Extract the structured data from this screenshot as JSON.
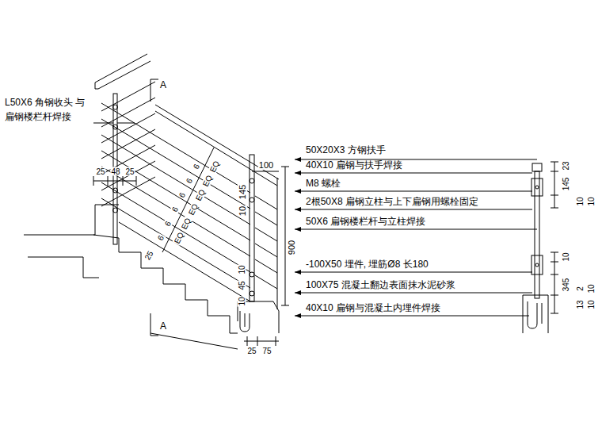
{
  "diagram": {
    "labels": [
      "A",
      "A",
      "L50X6 角钢收头 与扁钢楼栏杆焊接",
      "25",
      "48",
      "25",
      "100",
      "145",
      "10",
      "900",
      "10",
      "45",
      "10",
      "25",
      "EQ",
      "EQ",
      "EQ",
      "EQ",
      "EQ",
      "EQ",
      "6",
      "6",
      "6",
      "6",
      "6",
      "6",
      "25",
      "75",
      "50X20X3 方钢扶手",
      "40X10 扁钢与扶手焊接",
      "M8 螺栓",
      "2根50X8 扁钢立柱与上下扁钢用螺栓固定",
      "50X6 扁钢楼栏杆与立柱焊接",
      "-100X50 埋件, 埋筋Ø8 长180",
      "100X75 混凝土翻边表面抹水泥砂浆",
      "40X10 扁钢与混凝土内埋件焊接",
      "145",
      "23",
      "10",
      "10",
      "10",
      "345",
      "2",
      "13",
      "10",
      "10"
    ]
  }
}
